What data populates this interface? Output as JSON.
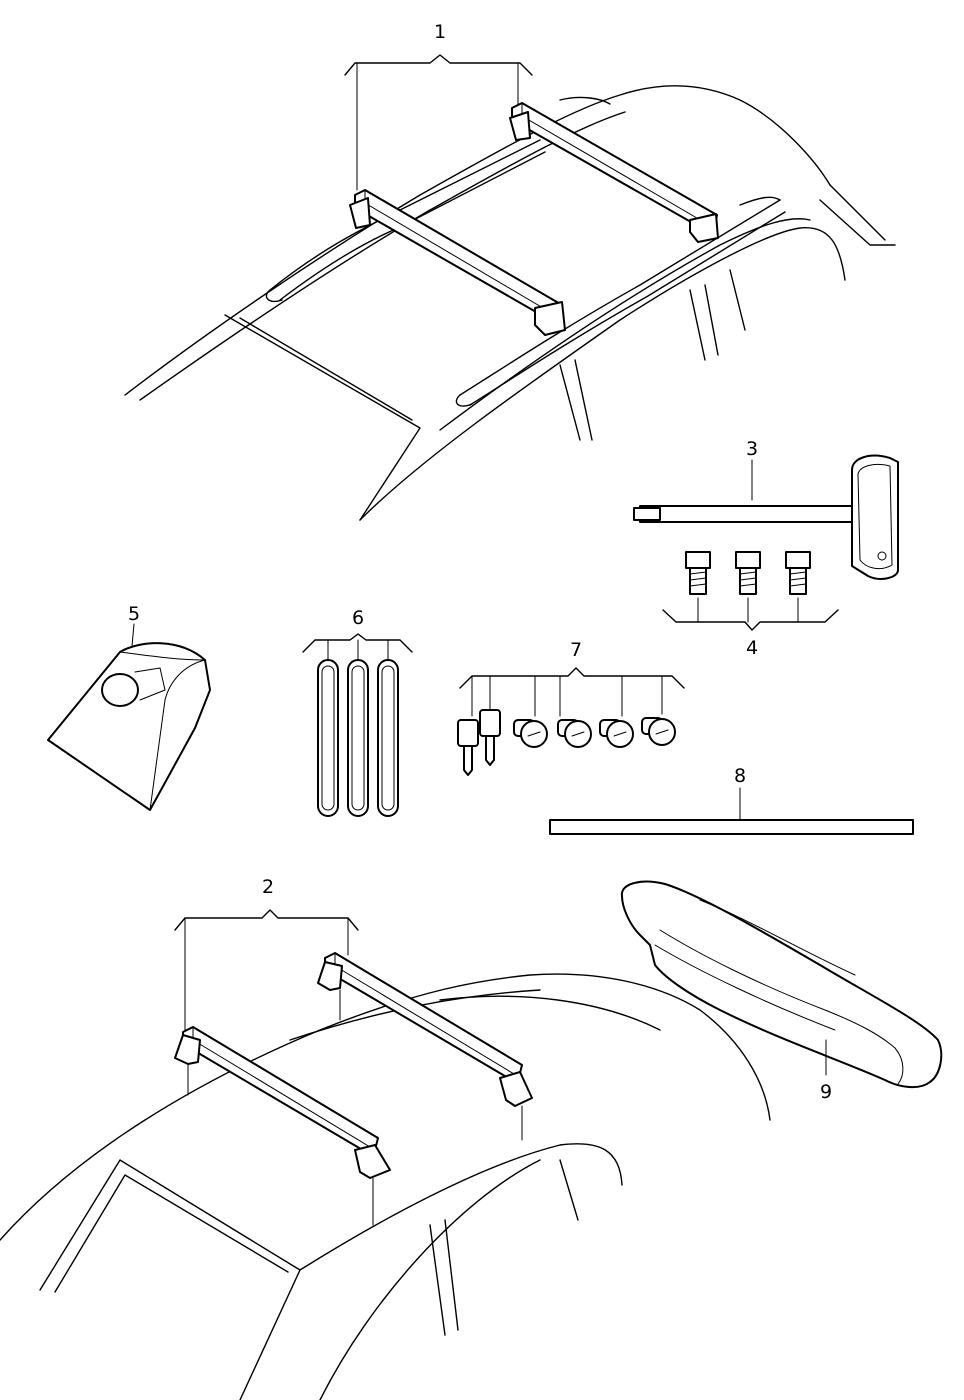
{
  "callouts": [
    {
      "id": "1"
    },
    {
      "id": "2"
    },
    {
      "id": "3"
    },
    {
      "id": "4"
    },
    {
      "id": "5"
    },
    {
      "id": "6"
    },
    {
      "id": "7"
    },
    {
      "id": "8"
    },
    {
      "id": "9"
    }
  ],
  "labels": {
    "c1": "1",
    "c2": "2",
    "c3": "3",
    "c4": "4",
    "c5": "5",
    "c6": "6",
    "c7": "7",
    "c8": "8",
    "c9": "9"
  }
}
